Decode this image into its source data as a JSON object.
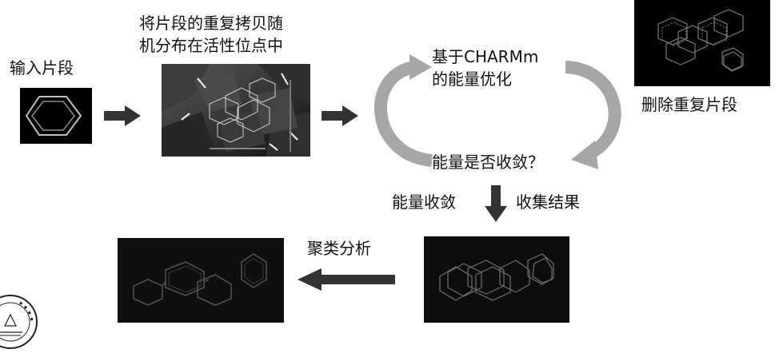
{
  "steps": {
    "input": "输入片段",
    "distribute_line1": "将片段的重复拷贝随",
    "distribute_line2": "机分布在活性位点中",
    "optimize_line1": "基于CHARMm",
    "optimize_line2": "的能量优化",
    "delete_duplicates": "删除重复片段",
    "converge_question": "能量是否收敛？",
    "converged": "能量收敛",
    "collect_results": "收集结果",
    "cluster_analysis": "聚类分析"
  },
  "colors": {
    "cycle_arrow": "#a6a6a6",
    "flow_arrow": "#333333",
    "panel_bg": "#000000",
    "line_art": "#bfbfbf"
  },
  "icons": {
    "logo": "university-seal-logo"
  }
}
